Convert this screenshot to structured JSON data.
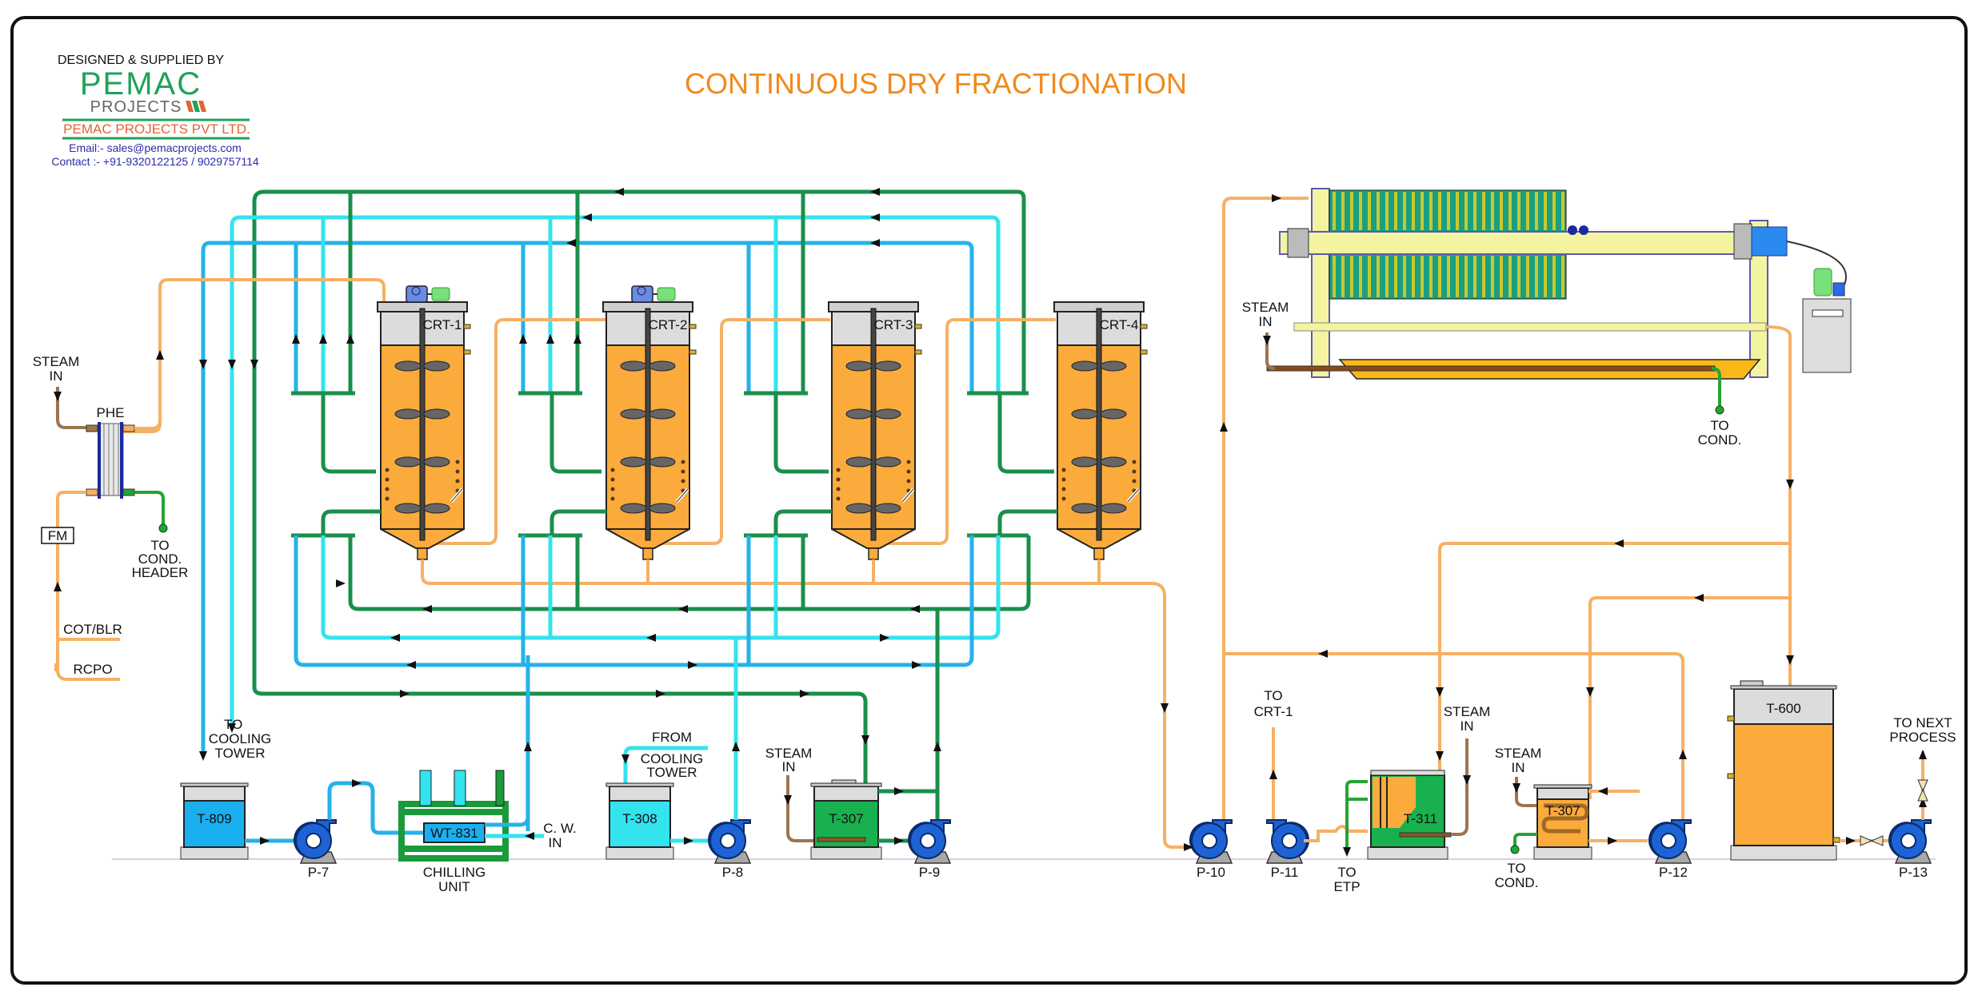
{
  "header": {
    "designed_by": "DESIGNED & SUPPLIED BY",
    "brand": "PEMAC",
    "brand_sub": "PROJECTS",
    "company": "PEMAC PROJECTS PVT LTD.",
    "email": "Email:- sales@pemacprojects.com",
    "contact": "Contact :- +91-9320122125 / 9029757114"
  },
  "title": "CONTINUOUS DRY FRACTIONATION",
  "colors": {
    "title": "#f08a1c",
    "oil_line": "#f6b064",
    "chilled_water": "#25b2e8",
    "cooling_water": "#33e3ee",
    "hot_water": "#1a8f4c",
    "steam": "#9c7550",
    "condensate": "#27a336",
    "vessel_oil": "#fbab3c",
    "pump": "#1e63d6"
  },
  "left_feed": {
    "steam_in": [
      "STEAM",
      "IN"
    ],
    "phe": "PHE",
    "fm": "FM",
    "to_cond_header": [
      "TO",
      "COND.",
      "HEADER"
    ],
    "cot_blr": "COT/BLR",
    "rcpo": "RCPO"
  },
  "crystallizers": [
    {
      "tag": "CRT-1"
    },
    {
      "tag": "CRT-2"
    },
    {
      "tag": "CRT-3"
    },
    {
      "tag": "CRT-4"
    }
  ],
  "utilities": {
    "t809": "T-809",
    "to_cooling_tower": [
      "TO",
      "COOLING",
      "TOWER"
    ],
    "p7": "P-7",
    "wt831": "WT-831",
    "chilling_unit": [
      "CHILLING",
      "UNIT"
    ],
    "cw_in": [
      "C. W.",
      "IN"
    ],
    "from_cooling_tower": [
      "FROM",
      "COOLING",
      "TOWER"
    ],
    "t308": "T-308",
    "p8": "P-8",
    "steam_in": [
      "STEAM",
      "IN"
    ],
    "t307_hot": "T-307",
    "p9": "P-9"
  },
  "filtration": {
    "steam_in": [
      "STEAM",
      "IN"
    ],
    "to_cond": [
      "TO",
      "COND."
    ],
    "p10": "P-10",
    "to_crt1": [
      "TO",
      "CRT-1"
    ],
    "p11": "P-11",
    "to_etp": [
      "TO",
      "ETP"
    ],
    "t311": "T-311",
    "steam_in_2": [
      "STEAM",
      "IN"
    ],
    "steam_in_3": [
      "STEAM",
      "IN"
    ],
    "t307_stearin": "T-307",
    "to_cond_2": [
      "TO",
      "COND."
    ],
    "p12": "P-12",
    "t600": "T-600",
    "to_next_process": [
      "TO NEXT",
      "PROCESS"
    ],
    "p13": "P-13"
  }
}
